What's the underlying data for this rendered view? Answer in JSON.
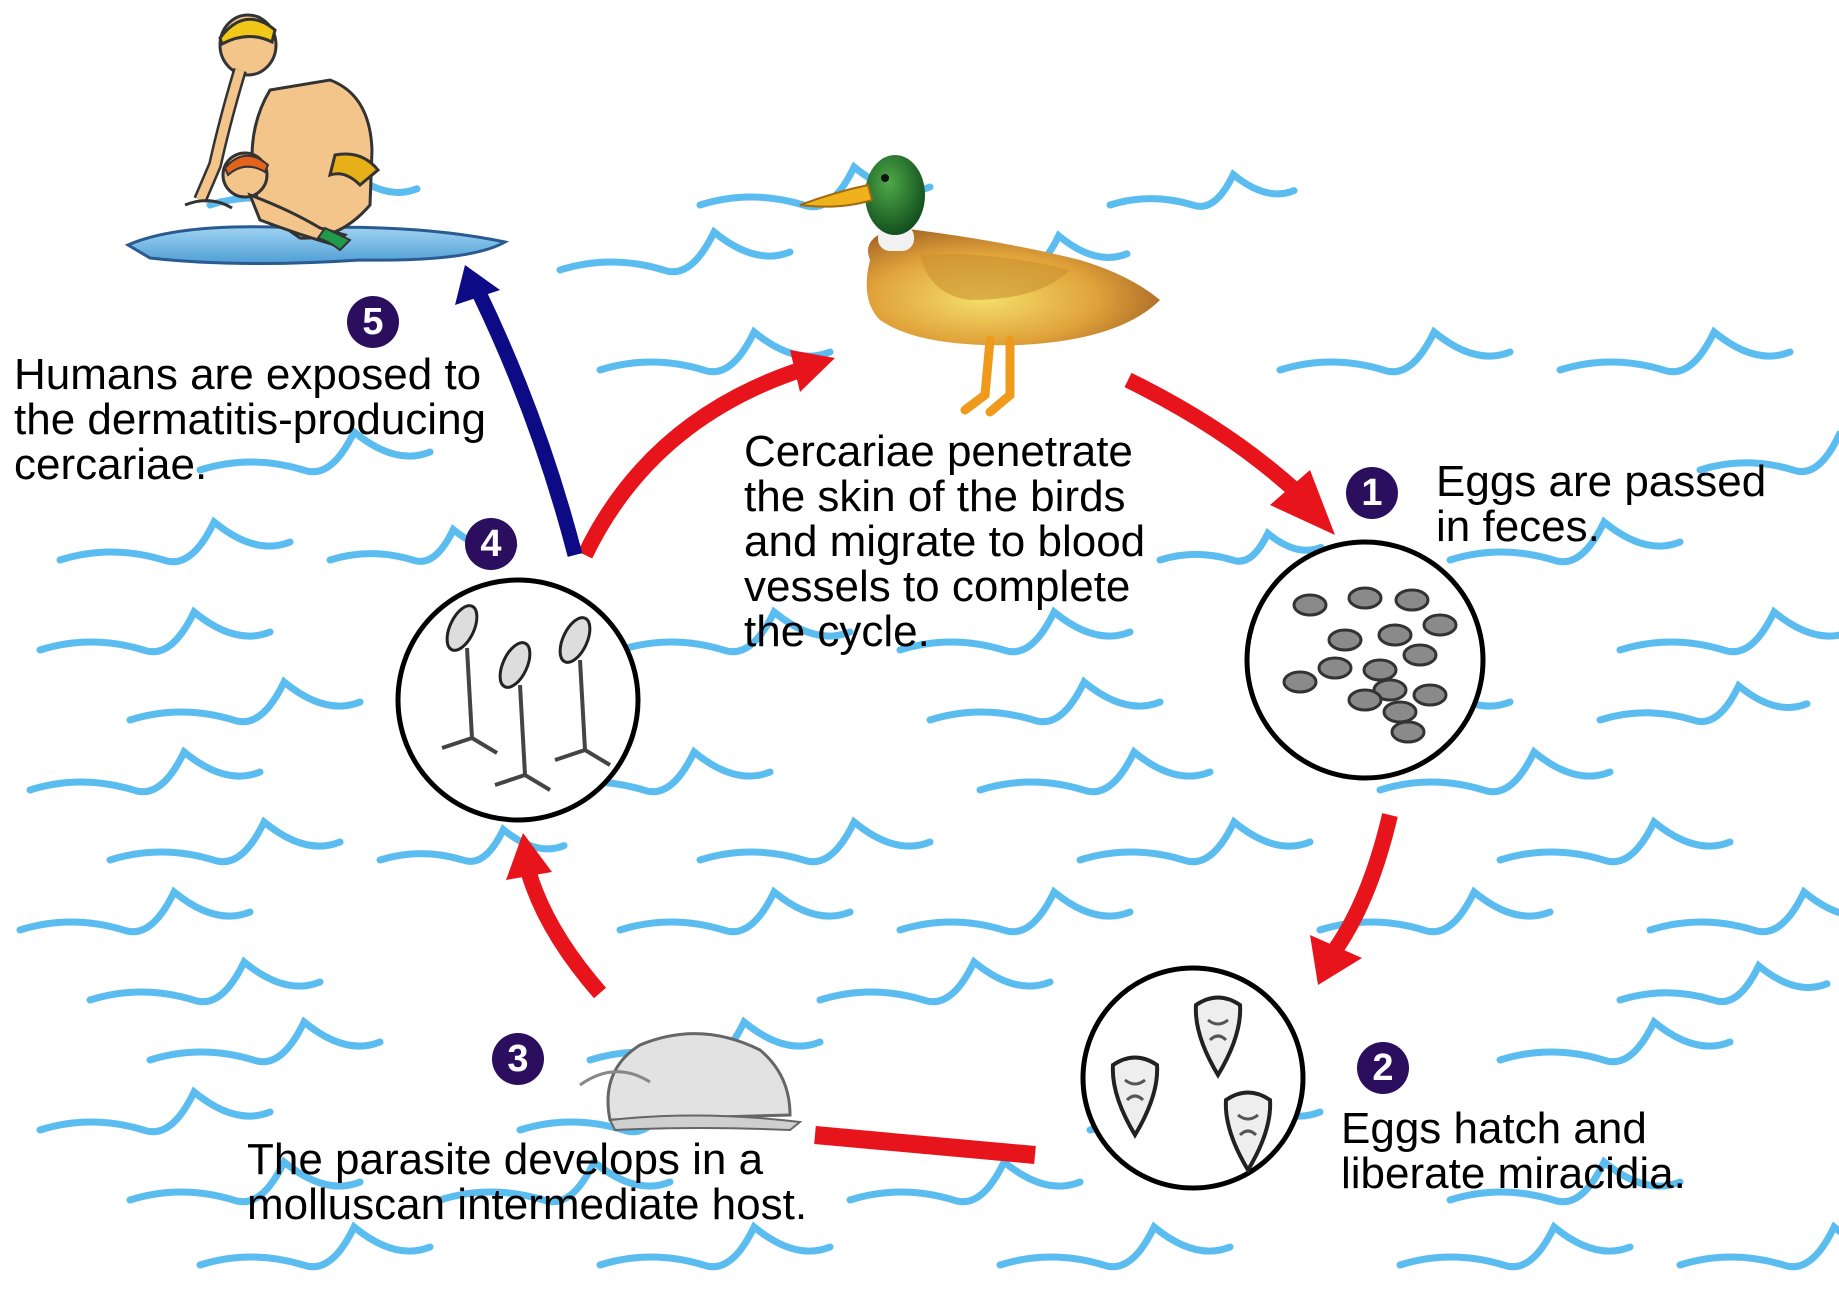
{
  "colors": {
    "water": "#5bbcf0",
    "cycle_arrow": "#e8141c",
    "human_arrow": "#0c0a84",
    "badge": "#2b0f5e",
    "egg": "#8a8a8a"
  },
  "steps": [
    {
      "number": "1",
      "text": "Eggs are passed\nin feces."
    },
    {
      "number": "2",
      "text": "Eggs hatch and\nliberate miracidia."
    },
    {
      "number": "3",
      "text": "The parasite develops in a\nmolluscan intermediate host."
    },
    {
      "number": "4",
      "text": "Cercariae penetrate\nthe skin of the birds\nand migrate to blood\nvessels to complete\nthe cycle."
    },
    {
      "number": "5",
      "text": "Humans are exposed to\nthe dermatitis-producing\ncercariae."
    }
  ],
  "illustrations": {
    "humans": "swimmers-illustration",
    "bird": "duck-illustration",
    "eggs": "eggs-circle",
    "miracidia": "miracidia-circle",
    "snail": "snail-illustration",
    "cercariae": "cercariae-circle"
  }
}
